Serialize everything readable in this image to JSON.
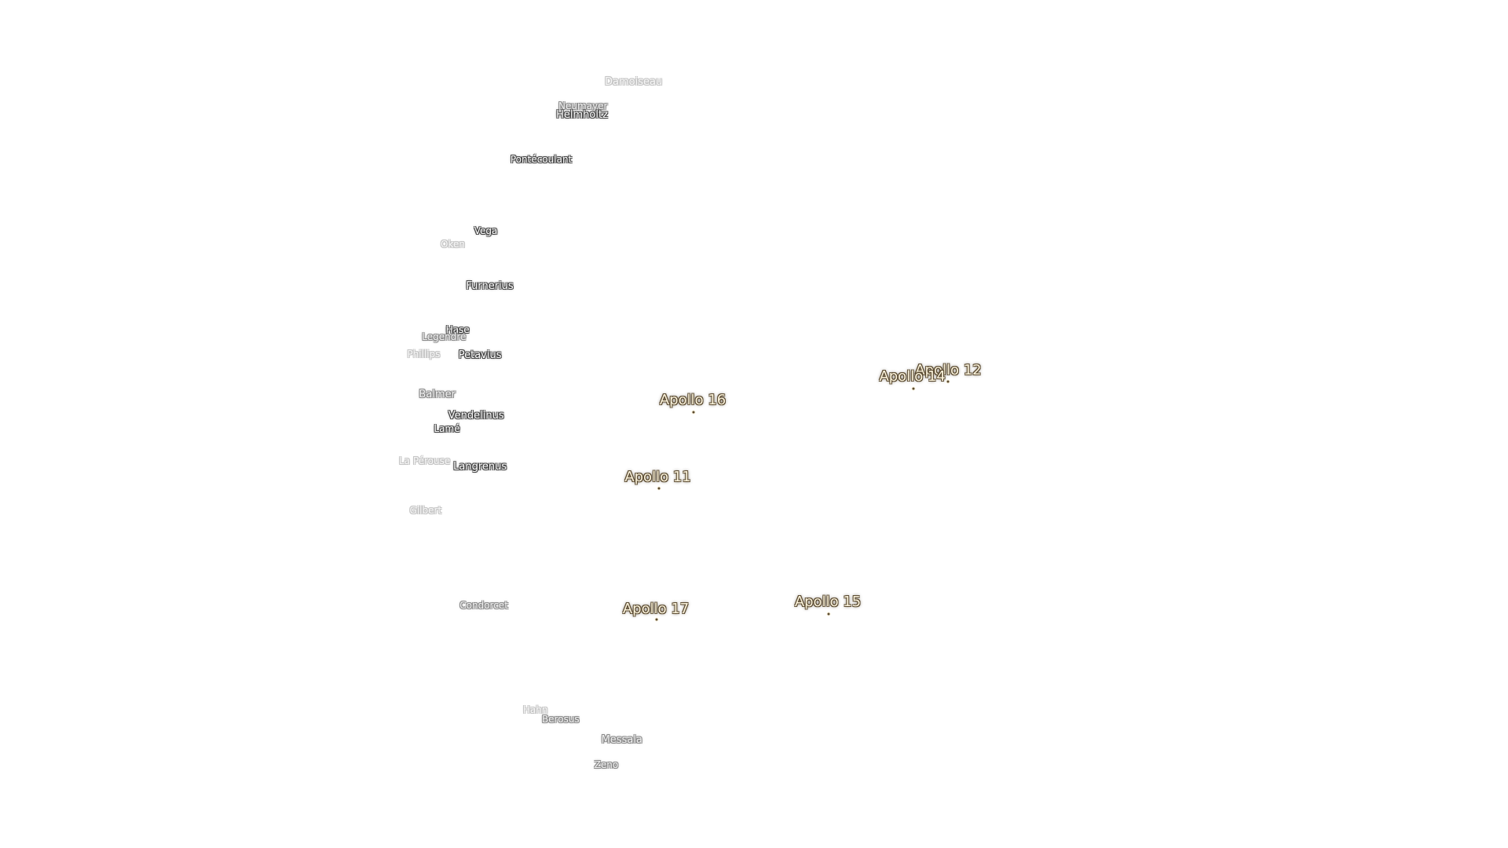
{
  "craters": [
    {
      "id": "damoiseau",
      "name": "Damoiseau",
      "tier": "dim2",
      "size": "big"
    },
    {
      "id": "neumayer",
      "name": "Neumayer",
      "tier": "dim1",
      "size": "normal"
    },
    {
      "id": "helmholtz",
      "name": "Helmholtz",
      "tier": "normal",
      "size": "big"
    },
    {
      "id": "pontecoulant",
      "name": "Pontécoulant",
      "tier": "normal",
      "size": "normal"
    },
    {
      "id": "vega",
      "name": "Vega",
      "tier": "normal",
      "size": "normal"
    },
    {
      "id": "oken",
      "name": "Oken",
      "tier": "dim2",
      "size": "normal"
    },
    {
      "id": "furnerius",
      "name": "Furnerius",
      "tier": "normal",
      "size": "big"
    },
    {
      "id": "hase",
      "name": "Hase",
      "tier": "normal",
      "size": "normal"
    },
    {
      "id": "legendre",
      "name": "Legendre",
      "tier": "dim1",
      "size": "normal"
    },
    {
      "id": "phillips",
      "name": "Phillips",
      "tier": "dim2",
      "size": "normal"
    },
    {
      "id": "petavius",
      "name": "Petavius",
      "tier": "normal",
      "size": "big"
    },
    {
      "id": "balmer",
      "name": "Balmer",
      "tier": "dim1",
      "size": "big"
    },
    {
      "id": "vendelinus",
      "name": "Vendelinus",
      "tier": "normal",
      "size": "big"
    },
    {
      "id": "lame",
      "name": "Lamé",
      "tier": "normal",
      "size": "normal"
    },
    {
      "id": "la-perouse",
      "name": "La Pérouse",
      "tier": "dim2",
      "size": "normal"
    },
    {
      "id": "langrenus",
      "name": "Langrenus",
      "tier": "normal",
      "size": "big"
    },
    {
      "id": "gilbert",
      "name": "Gilbert",
      "tier": "dim2",
      "size": "normal"
    },
    {
      "id": "condorcet",
      "name": "Condorcet",
      "tier": "dim1",
      "size": "normal"
    },
    {
      "id": "hahn",
      "name": "Hahn",
      "tier": "dim2",
      "size": "normal"
    },
    {
      "id": "berosus",
      "name": "Berosus",
      "tier": "dim1",
      "size": "normal"
    },
    {
      "id": "messala",
      "name": "Messala",
      "tier": "dim1",
      "size": "big"
    },
    {
      "id": "zeno",
      "name": "Zeno",
      "tier": "dim1",
      "size": "normal"
    }
  ],
  "landing_sites": [
    {
      "id": "apollo-12",
      "name": "Apollo 12"
    },
    {
      "id": "apollo-14",
      "name": "Apollo 14"
    },
    {
      "id": "apollo-16",
      "name": "Apollo 16"
    },
    {
      "id": "apollo-11",
      "name": "Apollo 11"
    },
    {
      "id": "apollo-17",
      "name": "Apollo 17"
    },
    {
      "id": "apollo-15",
      "name": "Apollo 15"
    }
  ]
}
